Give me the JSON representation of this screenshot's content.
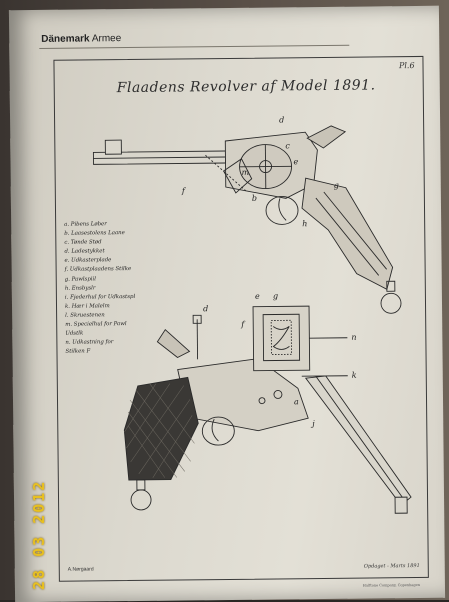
{
  "header": {
    "country": "Dänemark",
    "section": "Armee"
  },
  "plate": {
    "number": "Pl.6",
    "title": "Flaadens Revolver af Model 1891.",
    "footer_left": "A.Nørgaard",
    "footer_right": "Opdaget - Marts 1891",
    "footer_small": "Halftone Company, Copenhagen"
  },
  "legend": [
    "a. Pibens Løber",
    "b. Laasestolens Laane",
    "c. Tønde Stød",
    "d. Ladestykket",
    "e. Udkasterplade",
    "f. Udkastplaadens Stilke",
    "g. Pawlspiil",
    "h. Ensbyslr",
    "i. Fjederhul for Udkastspl",
    "k. Hær i Malelm",
    "l. Skruestenen",
    "m. Specielhul for Pawl",
    "   Udstlk",
    "n. Udkastning for",
    "   Stilken F"
  ],
  "drawing_letters": [
    "d",
    "c",
    "e",
    "g",
    "h",
    "b",
    "m",
    "f",
    "d",
    "e",
    "g",
    "f",
    "n",
    "k",
    "a",
    "j"
  ],
  "stamp_date": "28 03 2012"
}
